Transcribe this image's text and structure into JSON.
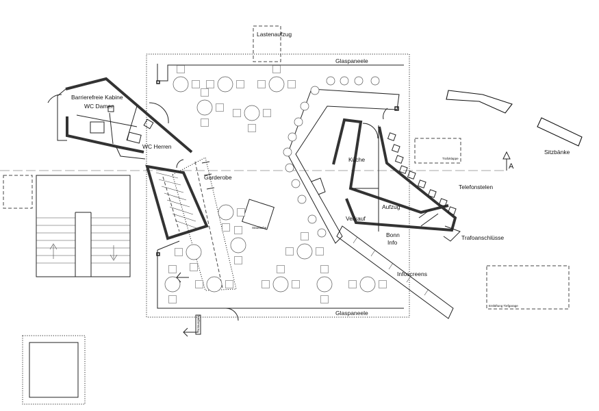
{
  "plan": {
    "labels": {
      "lastenaufzug": "Lastenaufzug",
      "glaspaneele_top": "Glaspaneele",
      "glaspaneele_bottom": "Glaspaneele",
      "barrierefreie_line1": "Barrierefreie Kabine",
      "barrierefreie_line2": "WC Damen",
      "wc_herren": "WC Herren",
      "garderobe": "Garderobe",
      "kueche": "Küche",
      "aufzug": "Aufzug",
      "verkauf": "Verkauf",
      "bonn_line1": "Bonn",
      "bonn_line2": "Info",
      "infoscreens": "Infoscreens",
      "telefonstelen": "Telefonstelen",
      "trafoanschluesse": "Trafoanschlüsse",
      "sitzbaenke": "Sitzbänke",
      "section_mark": "A",
      "trafoklappe": "Trafoklappe",
      "entlueftung": "Entlüftung Tiefgarage",
      "stauflaeche": "Staufläche",
      "notausgang": "Notausgang"
    }
  }
}
